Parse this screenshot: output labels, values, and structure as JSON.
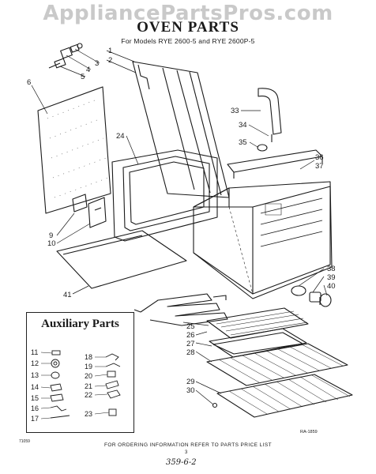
{
  "watermark": "AppliancePartsPros.com",
  "title": "OVEN PARTS",
  "subtitle": "For Models RYE 2600-5 and RYE 2600P-5",
  "aux_title": "Auxiliary Parts",
  "footer": "FOR ORDERING INFORMATION REFER TO PARTS PRICE LIST",
  "doc_number": "71059",
  "page_number": "3",
  "handwritten_note": "359-6-2",
  "figure_code": "RA-1859",
  "callouts": [
    {
      "label": "1"
    },
    {
      "label": "2"
    },
    {
      "label": "3"
    },
    {
      "label": "4"
    },
    {
      "label": "5"
    },
    {
      "label": "6"
    },
    {
      "label": "24"
    },
    {
      "label": "33"
    },
    {
      "label": "34"
    },
    {
      "label": "35"
    },
    {
      "label": "36"
    },
    {
      "label": "37"
    },
    {
      "label": "9"
    },
    {
      "label": "10"
    },
    {
      "label": "41"
    },
    {
      "label": "38"
    },
    {
      "label": "39"
    },
    {
      "label": "40"
    },
    {
      "label": "25"
    },
    {
      "label": "26"
    },
    {
      "label": "27"
    },
    {
      "label": "28"
    },
    {
      "label": "29"
    },
    {
      "label": "30"
    }
  ],
  "aux_parts": [
    {
      "label": "11"
    },
    {
      "label": "12"
    },
    {
      "label": "13"
    },
    {
      "label": "14"
    },
    {
      "label": "15"
    },
    {
      "label": "16"
    },
    {
      "label": "17"
    },
    {
      "label": "18"
    },
    {
      "label": "19"
    },
    {
      "label": "20"
    },
    {
      "label": "21"
    },
    {
      "label": "22"
    },
    {
      "label": "23"
    }
  ]
}
